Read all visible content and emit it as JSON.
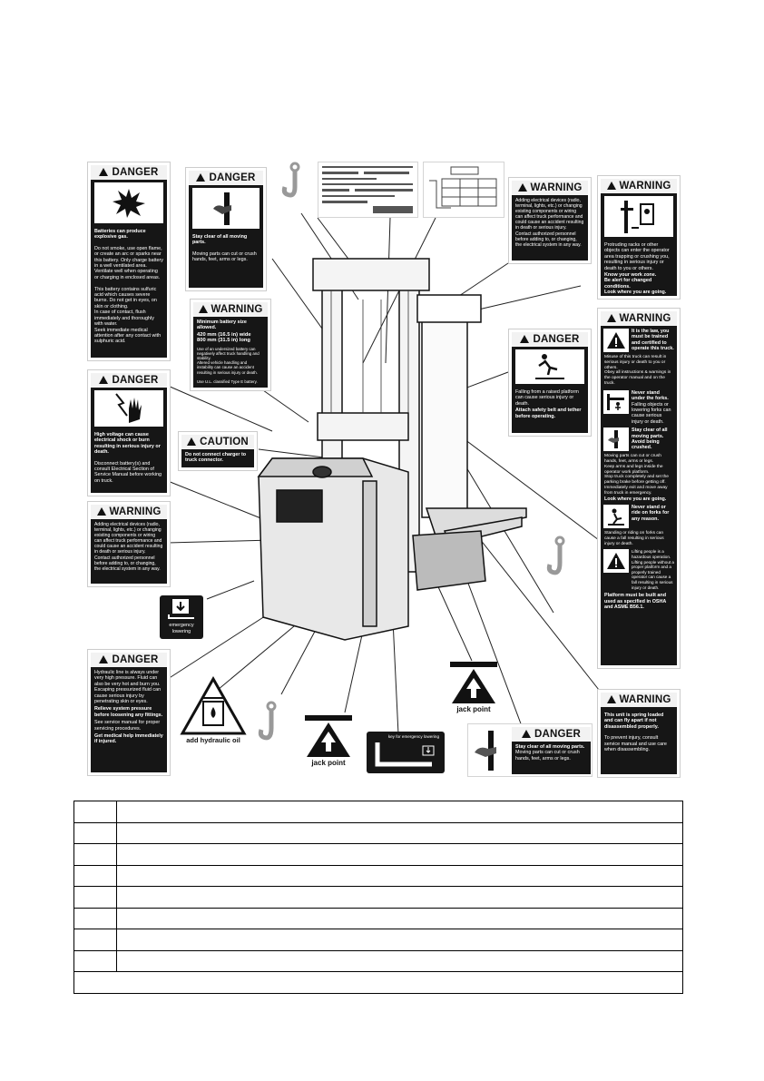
{
  "labels": {
    "danger_explosive": {
      "signal": "DANGER",
      "headline": "Batteries can produce explosive gas.",
      "body": "Do not smoke, use open flame, or create an arc or sparks near this battery. Only charge battery in a well ventilated area. Ventilate well when operating or charging in enclosed areas.\n\nThis battery contains sulfuric acid which causes severe burns. Do not get in eyes, on skin or clothing.\nIn case of contact, flush immediately and thoroughly with water.\nSeek immediate medical attention after any contact with sulphuric acid."
    },
    "danger_moving_top": {
      "signal": "DANGER",
      "headline": "Stay clear of all moving parts.",
      "body": "Moving parts can cut or crush hands, feet, arms or legs."
    },
    "warning_battery_size": {
      "signal": "WARNING",
      "headline": "Minimum battery size allowed.",
      "sizes": "420 mm (16.5 in) wide\n800 mm (31.5 in) long",
      "body": "Use of an undersized battery can negatively affect truck handling and stability.\nAltered vehicle handling and instability can cause an accident resulting in serious injury or death.\n\nUse U.L. classified Type E battery."
    },
    "danger_voltage": {
      "signal": "DANGER",
      "headline": "High voltage can cause electrical shock or burn resulting in serious injury or death.",
      "body": "Disconnect battery(s) and consult Electrical Section of Service Manual before working on truck."
    },
    "caution_charger": {
      "signal": "CAUTION",
      "headline": "Do not connect charger to truck connector."
    },
    "warning_electrical_left": {
      "signal": "WARNING",
      "body": "Adding electrical devices (radio, terminal, lights, etc.) or changing existing components or wiring can affect truck performance and could cause an accident resulting in death or serious injury.\nContact authorized personnel before adding to, or changing, the electrical system in any way."
    },
    "warning_electrical_top": {
      "signal": "WARNING",
      "body": "Adding electrical devices (radio, terminal, lights, etc.) or changing existing components or wiring can affect truck performance and could cause an accident resulting in death or serious injury.\nContact authorized personnel before adding to, or changing, the electrical system in any way."
    },
    "warning_work_zone": {
      "signal": "WARNING",
      "body": "Protruding racks or other objects can enter the operator area trapping or crushing you, resulting in serious injury or death to you or others.",
      "bold": "Know your work zone.\nBe alert for changed conditions.\nLook where you are going."
    },
    "danger_fall": {
      "signal": "DANGER",
      "body": "Falling from a raised platform can cause serious injury or death.",
      "bold": "Attach safety belt and tether before operating."
    },
    "warning_big": {
      "signal": "WARNING",
      "s1": "It is the law, you must be trained and certified to operate this truck.",
      "s1_body": "Misuse of this truck can result in serious injury or death to you or others.\nObey all instructions & warnings in the operator manual and on the truck.",
      "s2": "Never stand under the forks.",
      "s2_body": "Falling objects or lowering forks can cause serious injury or death.",
      "s3": "Stay clear of all moving parts. Avoid being crushed.",
      "s3_body": "Moving parts can cut or crush hands, feet, arms or legs.\nKeep arms and legs inside the operator work platform.\nStop truck completely and set the parking brake before getting off.\nImmediately exit and move away from truck in emergency.",
      "s3_bold": "Look where you are going.",
      "s4": "Never stand or ride on forks for any reason.",
      "s4_body": "Standing or riding on forks can cause a fall resulting in serious injury or death.",
      "s5_body": "Lifting people is a hazardous operation. Lifting people without a proper platform and a properly trained operator can cause a fall resulting in serious injury or death.",
      "s5_bold": "Platform must be built and used as specified in OSHA and ASME B56.1."
    },
    "danger_hydraulic": {
      "signal": "DANGER",
      "body1": "Hydraulic line is always under very high pressure. Fluid can also be very hot and burn you. Escaping pressurized fluid can cause serious injury by penetrating skin or eyes.",
      "bold1": "Relieve system pressure before loosening any fittings.",
      "body2": "See service manual for proper servicing procedures.",
      "bold2": "Get medical help immediately if injured."
    },
    "warning_spring": {
      "signal": "WARNING",
      "bold": "This unit is spring loaded and can fly apart if not disassembled properly.",
      "body": "To prevent injury, consult service manual and use care when disassembling."
    },
    "danger_moving_bottom": {
      "signal": "DANGER",
      "headline": "Stay clear of all moving parts.",
      "body": "Moving parts can cut or crush hands, feet, arms or legs."
    },
    "emergency_lowering": {
      "text": "emergency\nlowering"
    },
    "hydraulic_oil": {
      "text": "add hydraulic oil"
    },
    "jack_point_left": {
      "text": "jack point"
    },
    "jack_point_right": {
      "text": "jack point"
    },
    "emergency_key": {
      "text": "key for emergency lowering"
    }
  },
  "legend_rows": [
    "",
    "",
    "",
    "",
    "",
    "",
    "",
    ""
  ],
  "legend_footer": ""
}
